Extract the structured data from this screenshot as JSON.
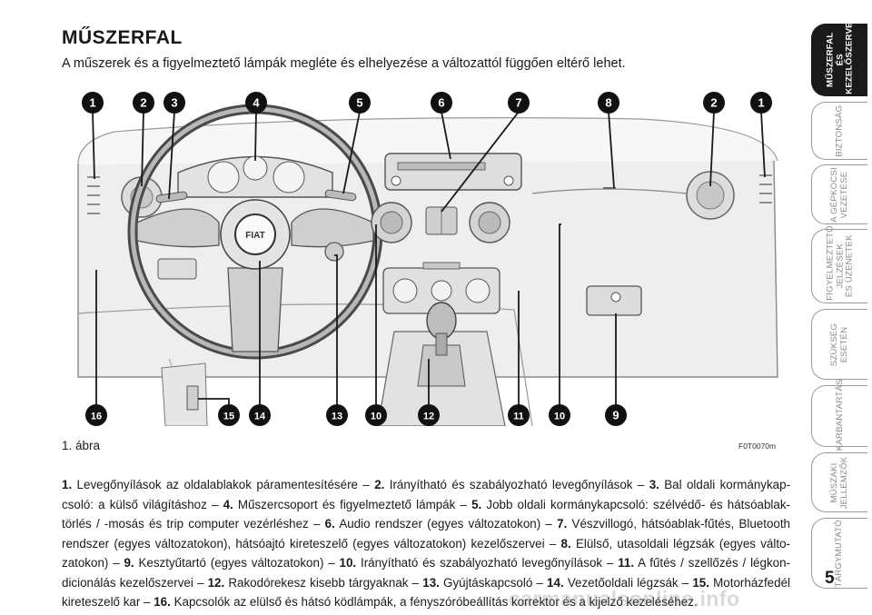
{
  "page": {
    "title": "MŰSZERFAL",
    "subtitle": "A műszerek és a figyelmeztető lámpák megléte és elhelyezése a változattól függően eltérő lehet.",
    "figure_caption": "1. ábra",
    "figure_code": "F0T0070m",
    "page_number": "5",
    "watermark": "carmanualsonline.info"
  },
  "figure": {
    "top_callouts": [
      "1",
      "2",
      "3",
      "4",
      "5",
      "6",
      "7",
      "8",
      "2",
      "1"
    ],
    "bottom_callouts": [
      "16",
      "15",
      "14",
      "13",
      "10",
      "12",
      "11",
      "10",
      "9"
    ],
    "logo_text": "FIAT"
  },
  "legend": [
    {
      "n": "1.",
      "t": " Levegőnyílások az oldalablakok páramentesítésére – "
    },
    {
      "n": "2.",
      "t": " Irányítható és szabályozható levegőnyílások – "
    },
    {
      "n": "3.",
      "t": " Bal oldali kormánykap­csoló: a külső világításhoz – "
    },
    {
      "n": "4.",
      "t": " Műszercsoport és figyelmeztető lámpák – "
    },
    {
      "n": "5.",
      "t": " Jobb oldali kormánykapcsoló: szélvédő- és hátsóablak­törlés / -mosás és trip computer vezérléshez – "
    },
    {
      "n": "6.",
      "t": " Audio rendszer (egyes változatokon) – "
    },
    {
      "n": "7.",
      "t": " Vészvillogó, hátsóablak-fűtés, Bluetooth rendszer (egyes változatokon), hátsóajtó kireteszelő (egyes változatokon) kezelőszervei – "
    },
    {
      "n": "8.",
      "t": " Elülső, utasoldali légzsák (egyes válto­zatokon) – "
    },
    {
      "n": "9.",
      "t": " Kesztyűtartó (egyes változatokon) – "
    },
    {
      "n": "10.",
      "t": " Irányítható és szabályozható levegőnyílások – "
    },
    {
      "n": "11.",
      "t": " A fűtés / szellőzés / légkon­dicionálás kezelőszervei – "
    },
    {
      "n": "12.",
      "t": " Rakodórekesz kisebb tárgyaknak – "
    },
    {
      "n": "13.",
      "t": " Gyújtáskapcsoló – "
    },
    {
      "n": "14.",
      "t": " Vezetőoldali légzsák – "
    },
    {
      "n": "15.",
      "t": " Motor­házfedél kireteszelő kar – "
    },
    {
      "n": "16.",
      "t": " Kapcsolók az elülső és hátsó ködlámpák, a fényszóróbeállítás korrektor és a kijelző kezeléséhez."
    }
  ],
  "sidebar": {
    "active_index": 0,
    "tabs": [
      {
        "label": "MŰSZERFAL\nÉS\nKEZELŐSZERVEK"
      },
      {
        "label": "BIZTONSÁG"
      },
      {
        "label": "A GÉPKOCSI\nVEZETÉSE"
      },
      {
        "label": "FIGYELMEZTETŐ\nJELZÉSEK\nÉS ÜZENETEK"
      },
      {
        "label": "SZÜKSÉG\nESETÉN"
      },
      {
        "label": "KARBANTARTÁS"
      },
      {
        "label": "MŰSZAKI\nJELLEMZŐK"
      },
      {
        "label": "TÁRGYMUTATÓ"
      }
    ]
  }
}
